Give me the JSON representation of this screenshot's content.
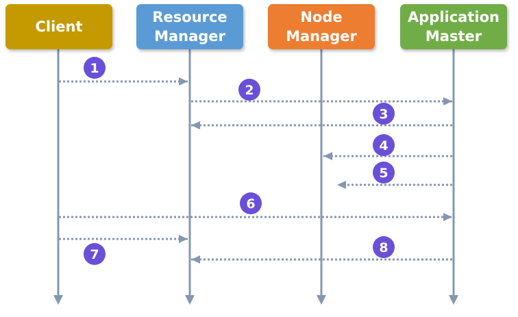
{
  "actors": [
    {
      "id": "client",
      "label": "Client",
      "color": "#C49A00"
    },
    {
      "id": "rm",
      "label": "Resource\nManager",
      "color": "#5B9BD5"
    },
    {
      "id": "nm",
      "label": "Node\nManager",
      "color": "#ED7D31"
    },
    {
      "id": "am",
      "label": "Application\nMaster",
      "color": "#70AD47"
    }
  ],
  "steps": [
    {
      "number": "1",
      "from": "client",
      "to": "rm"
    },
    {
      "number": "2",
      "from": "rm",
      "to": "am"
    },
    {
      "number": "3",
      "from": "am",
      "to": "rm"
    },
    {
      "number": "4",
      "from": "am",
      "to": "nm"
    },
    {
      "number": "5",
      "from": "am",
      "to": "nm"
    },
    {
      "number": "6",
      "from": "client",
      "to": "am"
    },
    {
      "number": "7",
      "from": "client",
      "to": "rm"
    },
    {
      "number": "8",
      "from": "am",
      "to": "rm"
    }
  ],
  "colors": {
    "lifeline": "#8497B0",
    "badge": "#6A4FD8",
    "badge_text": "#ffffff",
    "arrow": "#8497B0"
  }
}
